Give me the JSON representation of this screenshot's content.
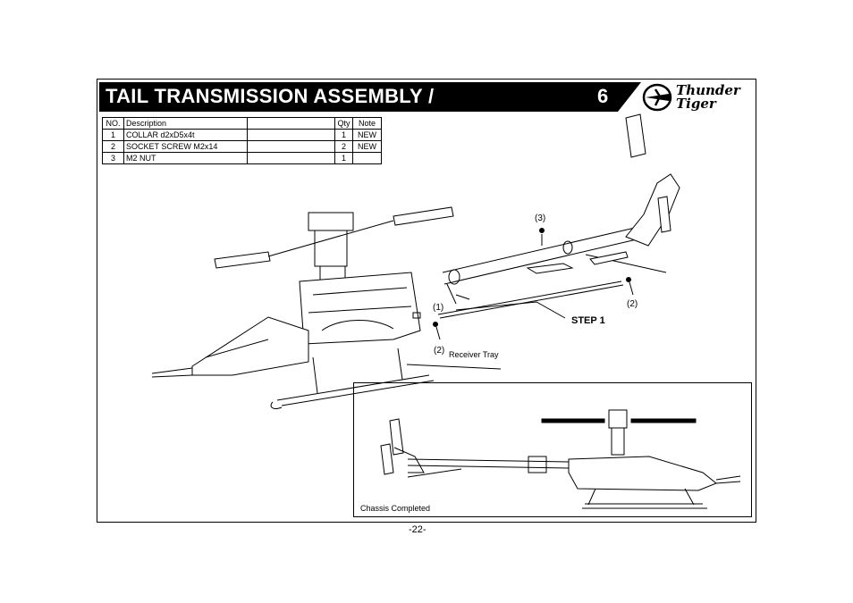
{
  "header": {
    "title": "TAIL TRANSMISSION ASSEMBLY /",
    "step_number": "6",
    "logo_line1": "Thunder",
    "logo_line2": "Tiger"
  },
  "parts_table": {
    "headers": [
      "NO.",
      "Description",
      "",
      "Qty",
      "Note"
    ],
    "rows": [
      {
        "no": "1",
        "description": "COLLAR d2xD5x4t",
        "qty": "1",
        "note": "NEW"
      },
      {
        "no": "2",
        "description": "SOCKET SCREW M2x14",
        "qty": "2",
        "note": "NEW"
      },
      {
        "no": "3",
        "description": "M2 NUT",
        "qty": "1",
        "note": ""
      }
    ]
  },
  "callouts": {
    "c3": "(3)",
    "c1": "(1)",
    "c2_right": "(2)",
    "c2_lower": "(2)",
    "receiver_tray": "Receiver Tray",
    "step": "STEP 1"
  },
  "inset": {
    "caption": "Chassis Completed"
  },
  "footer": {
    "page_number": "-22-"
  }
}
